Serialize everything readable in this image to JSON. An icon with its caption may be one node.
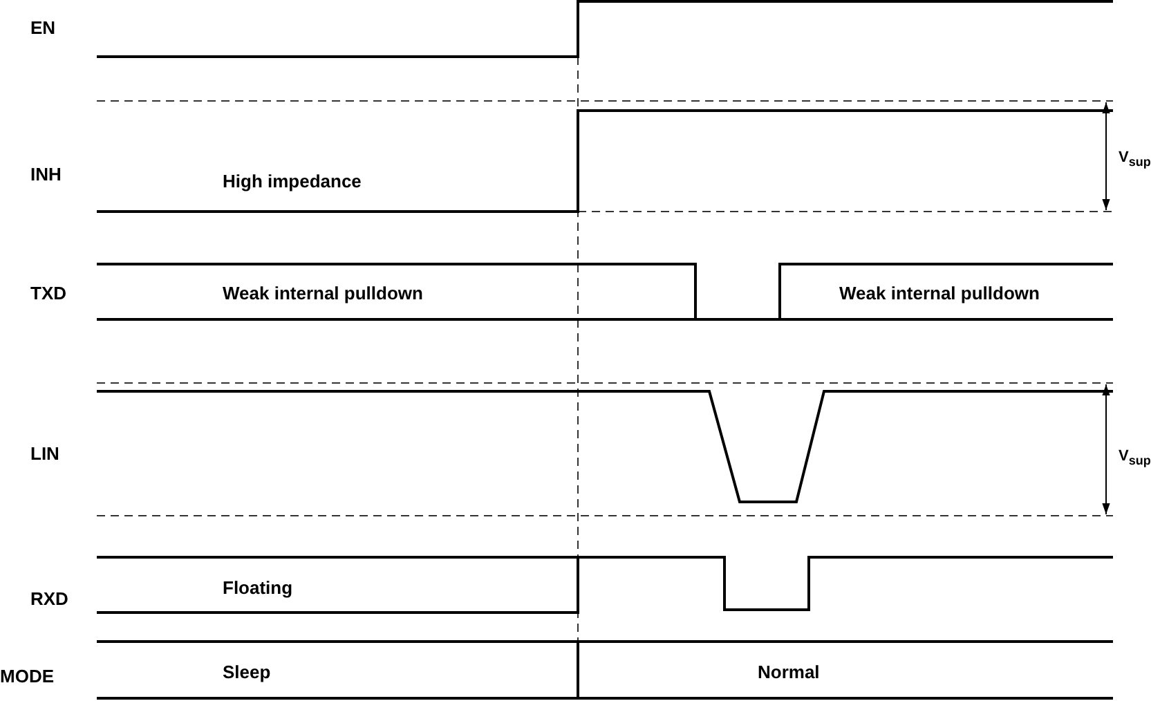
{
  "diagram": {
    "labels": [
      "EN",
      "INH",
      "V$_{sup}$",
      "High impedance",
      "TXD",
      "Weak internal pulldown",
      "Weak internal pulldown",
      "LIN",
      "V$_{sup}$",
      "RXD",
      "Floating",
      "MODE",
      "Sleep",
      "Normal"
    ]
  }
}
